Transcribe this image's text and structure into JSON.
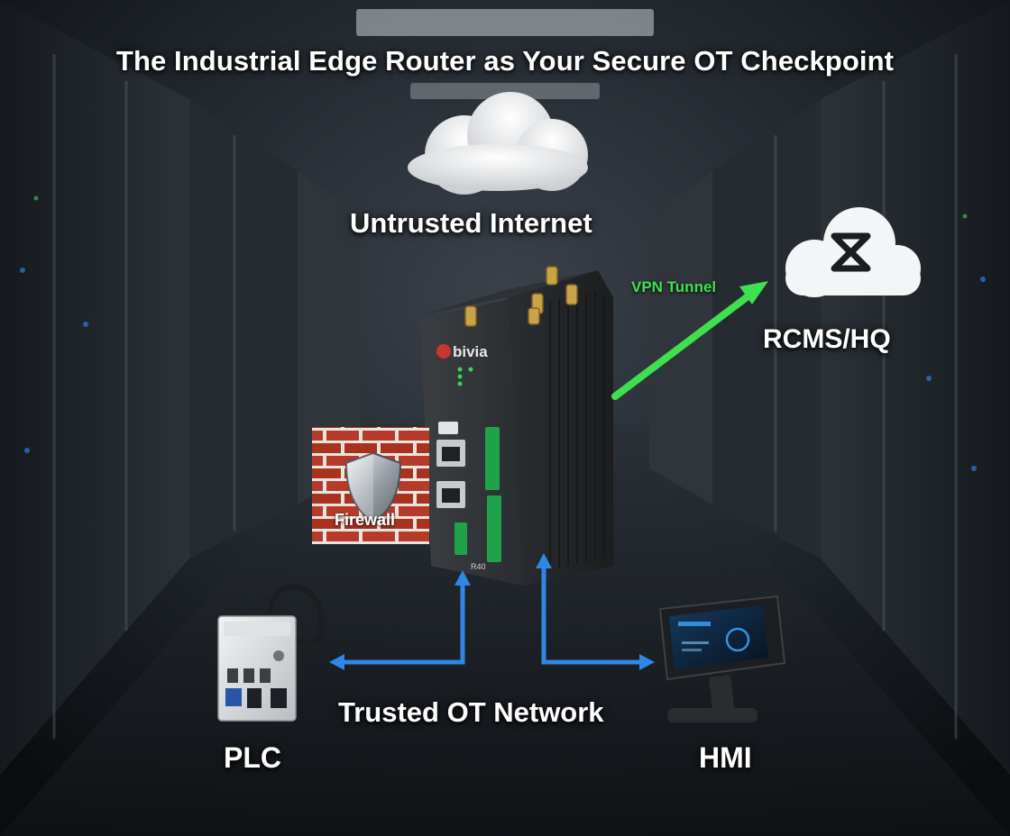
{
  "title": "The Industrial Edge Router as Your Secure OT Checkpoint",
  "nodes": {
    "internet": "Untrusted Internet",
    "hq": "RCMS/HQ",
    "ot_network": "Trusted OT Network",
    "plc": "PLC",
    "hmi": "HMI"
  },
  "links": {
    "vpn": "VPN Tunnel",
    "firewall": "Firewall"
  },
  "device_brand": "bivia",
  "device_model": "R40",
  "colors": {
    "vpn_green": "#3fe04f",
    "ot_blue": "#2f86e6",
    "firewall_red": "#b63a2a"
  }
}
